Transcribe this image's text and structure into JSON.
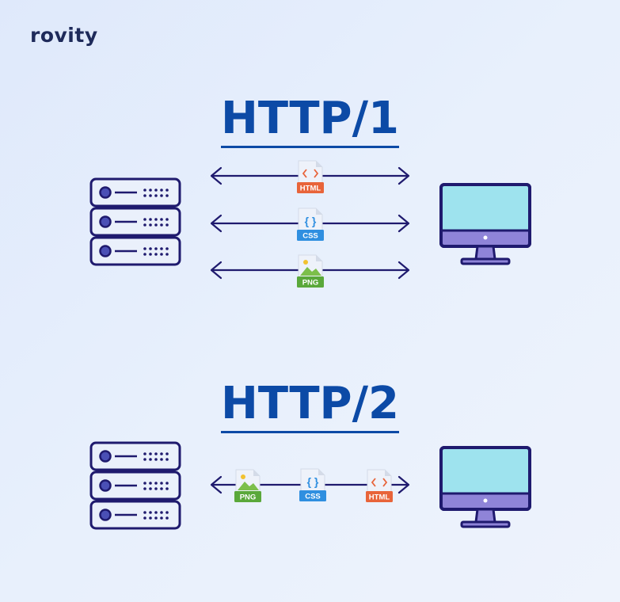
{
  "brand": {
    "logo": "rovity"
  },
  "sections": [
    {
      "title": "HTTP/1",
      "files": [
        "HTML",
        "CSS",
        "PNG"
      ]
    },
    {
      "title": "HTTP/2",
      "files": [
        "PNG",
        "CSS",
        "HTML"
      ]
    }
  ],
  "colors": {
    "title": "#0c4aa6",
    "navy": "#1f1a6e",
    "server_fill": "#eaf0fb",
    "server_dot": "#4a4fb5",
    "monitor_screen": "#9ee3ee",
    "monitor_bar": "#8f84d8",
    "html_badge": "#e8643a",
    "css_badge": "#2f8fe0",
    "png_badge": "#5aa83a"
  }
}
